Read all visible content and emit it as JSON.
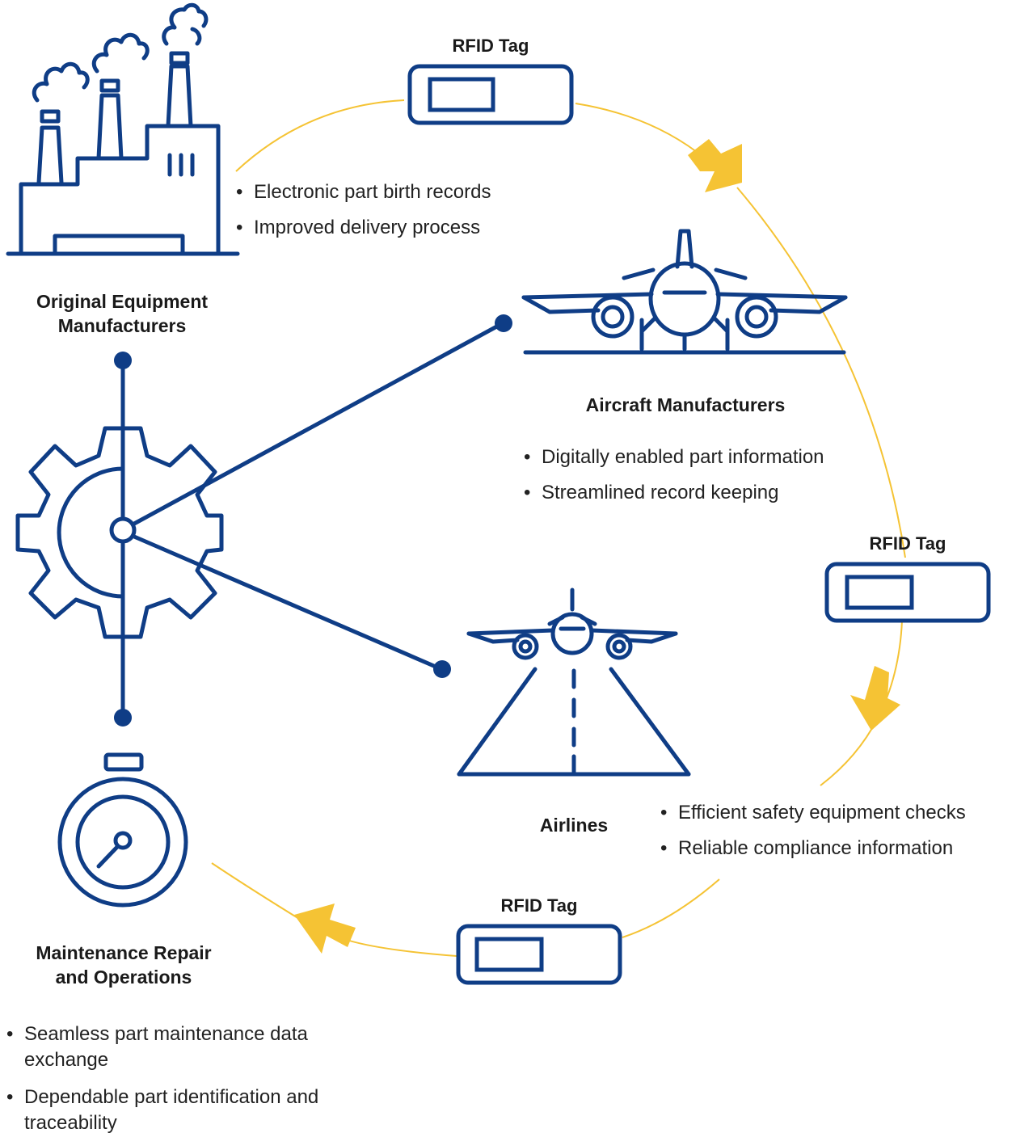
{
  "colors": {
    "navy": "#0f3d86",
    "gold": "#f5c334",
    "text": "#1a1a1a"
  },
  "rfid_tags": [
    {
      "label": "RFID Tag"
    },
    {
      "label": "RFID Tag"
    },
    {
      "label": "RFID Tag"
    }
  ],
  "oem": {
    "title_line1": "Original Equipment",
    "title_line2": "Manufacturers",
    "icon": "factory-icon",
    "bullets": [
      "Electronic part birth records",
      "Improved delivery process"
    ]
  },
  "aircraft": {
    "title": "Aircraft Manufacturers",
    "icon": "aircraft-icon",
    "bullets": [
      "Digitally enabled part information",
      "Streamlined record keeping"
    ]
  },
  "airlines": {
    "title": "Airlines",
    "icon": "runway-airplane-icon",
    "bullets": [
      "Efficient safety equipment checks",
      "Reliable compliance information"
    ]
  },
  "mro": {
    "title_line1": "Maintenance Repair",
    "title_line2": "and Operations",
    "icon": "stopwatch-icon",
    "bullets": [
      "Seamless part maintenance data exchange",
      "Dependable part identification and traceability"
    ]
  },
  "hub": {
    "icon": "gear-icon"
  }
}
